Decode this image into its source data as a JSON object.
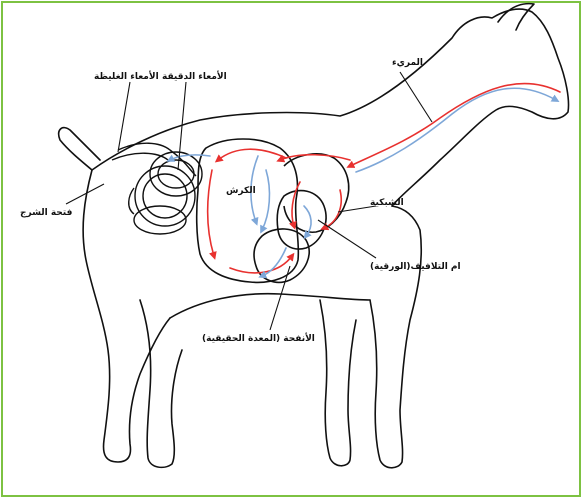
{
  "colors": {
    "border": "#7dc242",
    "flow_red": "#e8312f",
    "flow_blue": "#7ea7d8",
    "outline": "#111111"
  },
  "labels": {
    "large_intestine": "الأمعاء الغليظة",
    "small_intestine": "الأمعاء الدقيقة",
    "esophagus": "المريء",
    "anus": "فتحة الشرج",
    "reticulum": "الشبكية",
    "rumen": "الكرش",
    "omasum": "ام التلافيف(الورقية)",
    "abomasum": "الأنفحة (المعدة الحقيقية)"
  }
}
